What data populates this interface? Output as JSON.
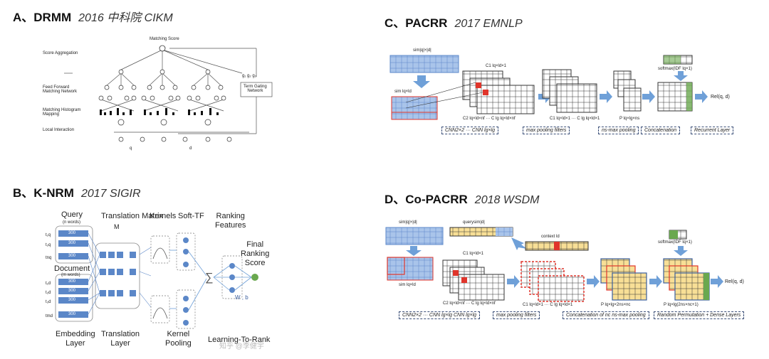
{
  "sections": {
    "a": {
      "letter": "A、DRMM",
      "venue": "2016 中科院 CIKM"
    },
    "b": {
      "letter": "B、K-NRM",
      "venue": "2017 SIGIR"
    },
    "c": {
      "letter": "C、PACRR",
      "venue": "2017 EMNLP"
    },
    "d": {
      "letter": "D、Co-PACRR",
      "venue": "2018 WSDM"
    }
  },
  "drmm": {
    "matching_score": "Matching Score",
    "score_aggregation": "Score Aggregation",
    "feed_forward": "Feed Forward\nMatching Network",
    "histogram": "Matching Histogram\nMapping",
    "local_interaction": "Local Interaction",
    "term_gating": "Term Gating\nNetwork",
    "q": "q",
    "d": "d"
  },
  "knrm": {
    "query": "Query",
    "query_sub": "(n words)",
    "translation_matrix": "Translation Matrix",
    "m_sub": "M",
    "kernels": "Kernels",
    "soft_tf": "Soft-TF",
    "ranking_features": "Ranking\nFeatures",
    "final_score": "Final\nRanking\nScore",
    "document": "Document",
    "doc_sub": "(m words)",
    "embedding_layer": "Embedding\nLayer",
    "translation_layer": "Translation\nLayer",
    "kernel_pooling": "Kernel\nPooling",
    "learning_to_rank": "Learning-To-Rank",
    "wb": "W , b",
    "cell": "300",
    "sigma": "∑",
    "watermark": "知乎 @李健宇"
  },
  "pacrr": {
    "sim": "sim|q|×|d|",
    "sim2": "sim lq×ld",
    "c1": "C1 lq×ld×1",
    "c2": "C2 lq×ld×nf ··· C lg lq×ld×nf",
    "c3": "C1 lq×ld×1 ··· C lg lq×ld×1",
    "p": "P lq×lg×ns",
    "softmax": "softmax(IDF lq×1)",
    "rel": "Rel(q, d)",
    "box1": "CNN2×2 ··· CNN lg×lg",
    "box2": "max pooling filters",
    "box3": "ns-max pooling",
    "box4": "Concatenation",
    "box5": "Recurrent Layer"
  },
  "copacrr": {
    "sim": "sim|q|×|d|",
    "querysim": "querysim|d|",
    "context": "context ld",
    "sim2": "sim lq×ld",
    "c1": "C1 lq×ld×1",
    "c2": "C2 lq×ld×nf ··· C lg lq×ld×nf",
    "c3": "C1 lq×ld×1 ··· C lg lq×ld×1",
    "p1": "P lq×lg×2ns×nc",
    "p2": "P lq×lg(2ns×nc+1)",
    "softmax": "softmax(IDF lq×1)",
    "rel": "Rel(q, d)",
    "box1": "CNN2×2 ··· CNN lg×lg CNN lg×lg",
    "box2": "max pooling filters",
    "box3": "Concatenation of nc ns-max pooling",
    "box4": "Random Permutation + Dense Layers"
  },
  "colors": {
    "blue": "#a9c4ea",
    "blueDark": "#5b87c8",
    "red": "#e0352b",
    "yellow": "#f8df96",
    "green": "#6aa84f",
    "arrow": "#6fa0d8"
  }
}
